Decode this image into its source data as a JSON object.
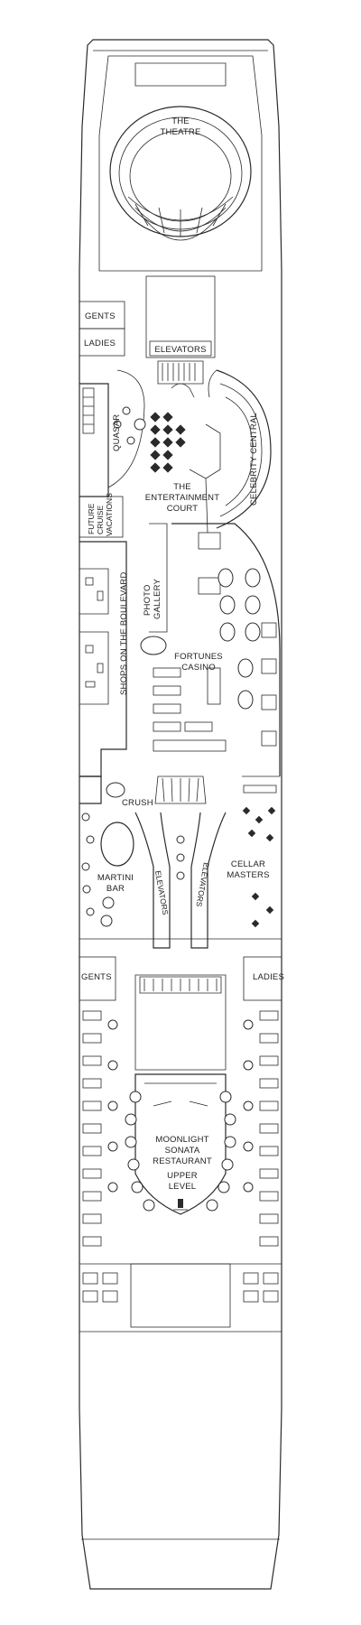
{
  "venues": {
    "theatre": [
      "THE",
      "THEATRE"
    ],
    "entertainment_court": [
      "THE",
      "ENTERTAINMENT",
      "COURT"
    ],
    "quasar": "QUASAR",
    "celebrity_central": "CELEBRITY CENTRAL",
    "future_cruise": [
      "FUTURE",
      "CRUISE",
      "VACATIONS"
    ],
    "shops": "SHOPS ON THE BOULEVARD",
    "photo_gallery": [
      "PHOTO",
      "GALLERY"
    ],
    "casino": [
      "FORTUNES",
      "CASINO"
    ],
    "crush": "CRUSH",
    "martini_bar": [
      "MARTINI",
      "BAR"
    ],
    "cellar_masters": [
      "CELLAR",
      "MASTERS"
    ],
    "restaurant": [
      "MOONLIGHT",
      "SONATA",
      "RESTAURANT"
    ],
    "upper_level": [
      "UPPER",
      "LEVEL"
    ]
  },
  "facilities": {
    "gents_top": "GENTS",
    "ladies_top": "LADIES",
    "elevators_top": "ELEVATORS",
    "elevators_left": "ELEVATORS",
    "elevators_right": "ELEVATORS",
    "gents_bottom": "GENTS",
    "ladies_bottom": "LADIES"
  }
}
